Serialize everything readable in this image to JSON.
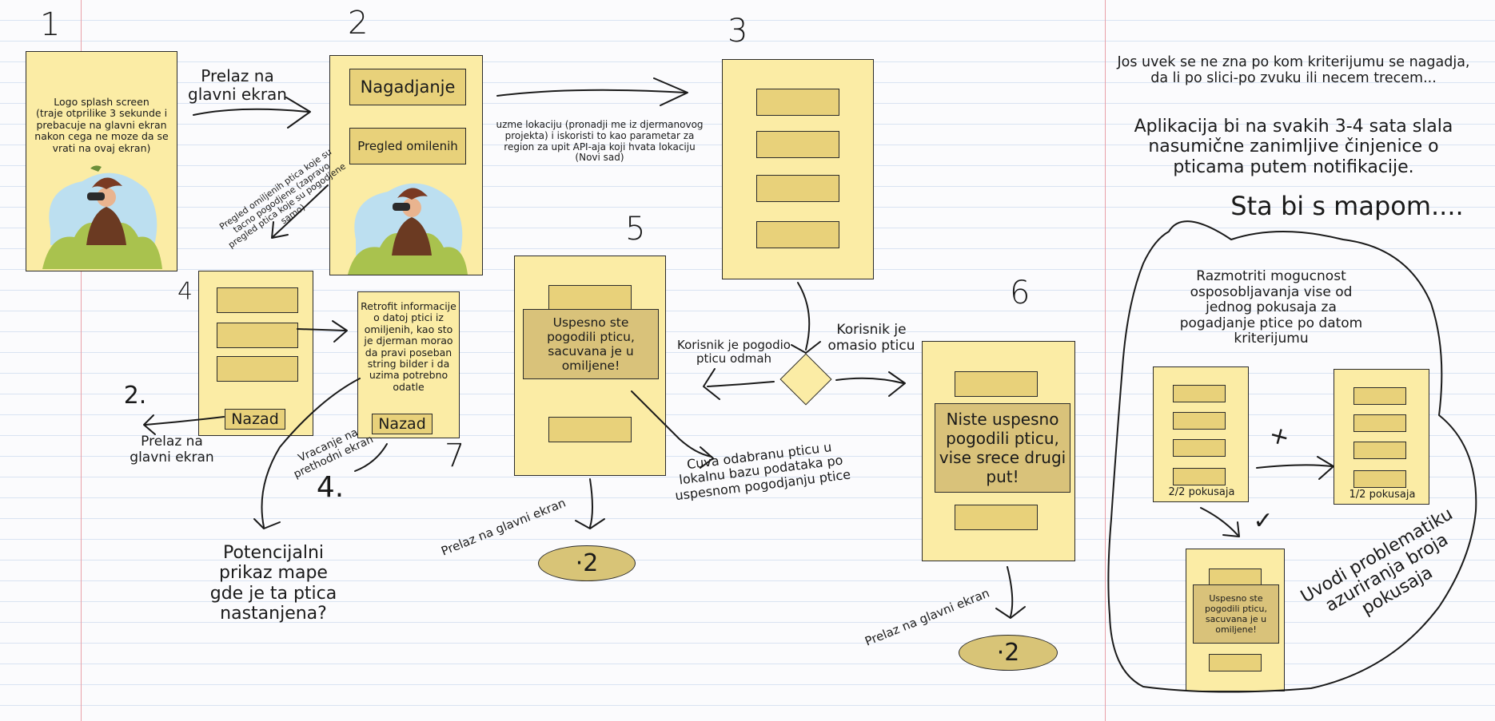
{
  "step_numbers": {
    "s1": "1",
    "s2": "2",
    "s3": "3",
    "s4": "4",
    "s5": "5",
    "s6": "6",
    "s7": "7"
  },
  "screen1": {
    "text": "Logo splash screen\n(traje otprilike 3 sekunde i prebacuje na glavni ekran nakon cega ne moze da se vrati na ovaj ekran)"
  },
  "screen2": {
    "button1": "Nagadjanje",
    "button2": "Pregled omilenih"
  },
  "screen4": {
    "back": "Nazad"
  },
  "screen7": {
    "text": "Retrofit informacije o datoj ptici iz omiljenih, kao sto je djerman morao da pravi poseban string bilder i da uzima potrebno odatle",
    "back": "Nazad"
  },
  "screen5": {
    "overlay": "Uspesno ste pogodili pticu, sacuvana je u omiljene!"
  },
  "screen6": {
    "overlay": "Niste uspesno pogodili pticu, vise srece drugi put!"
  },
  "ann": {
    "prelaz1": "Prelaz na glavni ekran",
    "uzme": "uzme lokaciju (pronadji me iz djermanovog projekta) i iskoristi to kao parametar za region za upit API-aja koji hvata lokaciju (Novi sad)",
    "pregled": "Pregled omiljenih ptica koje su tacno pogodjene (zapravo pregled ptica koje su pogodjene samo)",
    "two_a": "2.",
    "prelaz4": "Prelaz na glavni ekran",
    "vracanje": "Vracanje na prethodni ekran",
    "four": "4.",
    "potencijalni": "Potencijalni prikaz mape gde je ta ptica nastanjena?",
    "pogodio": "Korisnik je pogodio pticu odmah",
    "omasio": "Korisnik je omasio pticu",
    "cuva": "Cuva odabranu pticu u lokalnu bazu podataka po uspesnom pogodjanju ptice",
    "prelaz5": "Prelaz na glavni ekran",
    "prelaz6": "Prelaz na glavni ekran",
    "ellipse": "·2"
  },
  "right": {
    "jos": "Jos uvek se ne zna po kom kriterijumu se nagadja, da li po slici-po zvuku ili necem trecem...",
    "aplikacija": "Aplikacija bi na svakih 3-4 sata slala nasumične zanimljive činjenice o pticama putem notifikacije.",
    "sta": "Sta bi s mapom....",
    "razmotriti": "Razmotriti mogucnost osposobljavanja vise od jednog pokusaja za pogadjanje ptice po datom kriterijumu",
    "p22": "2/2 pokusaja",
    "p12": "1/2 pokusaja",
    "x": "+",
    "check": "✓",
    "small_overlay": "Uspesno ste pogodili pticu, sacuvana je u omiljene!",
    "uvodi": "Uvodi problematiku azuriranja broja pokusaja"
  },
  "colors": {
    "card": "#fbeca5",
    "bar": "#e8d17a",
    "overlay": "#d9c27a",
    "margin": "#e8a0a8",
    "rule": "#d9e3f2"
  }
}
